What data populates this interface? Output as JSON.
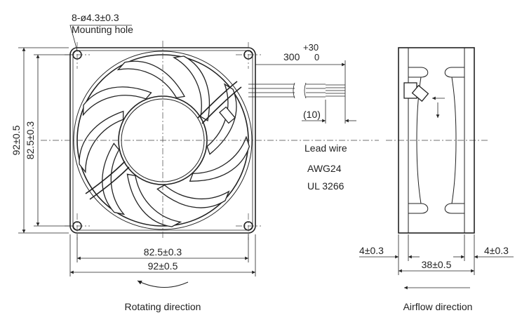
{
  "front_view": {
    "hole_spec": "8-ø4.3±0.3",
    "hole_caption": "Mounting hole",
    "dim_hole_pitch": "82.5±0.3",
    "dim_frame": "92±0.5",
    "rotating_caption": "Rotating direction"
  },
  "lead_wire": {
    "length": "300",
    "tol_plus": "+30",
    "tol_minus": "0",
    "strip_length": "(10)",
    "caption": "Lead wire",
    "gauge": "AWG24",
    "standard": "UL 3266"
  },
  "side_view": {
    "dim_flange": "4±0.3",
    "dim_depth": "38±0.5",
    "airflow_caption": "Airflow direction"
  }
}
